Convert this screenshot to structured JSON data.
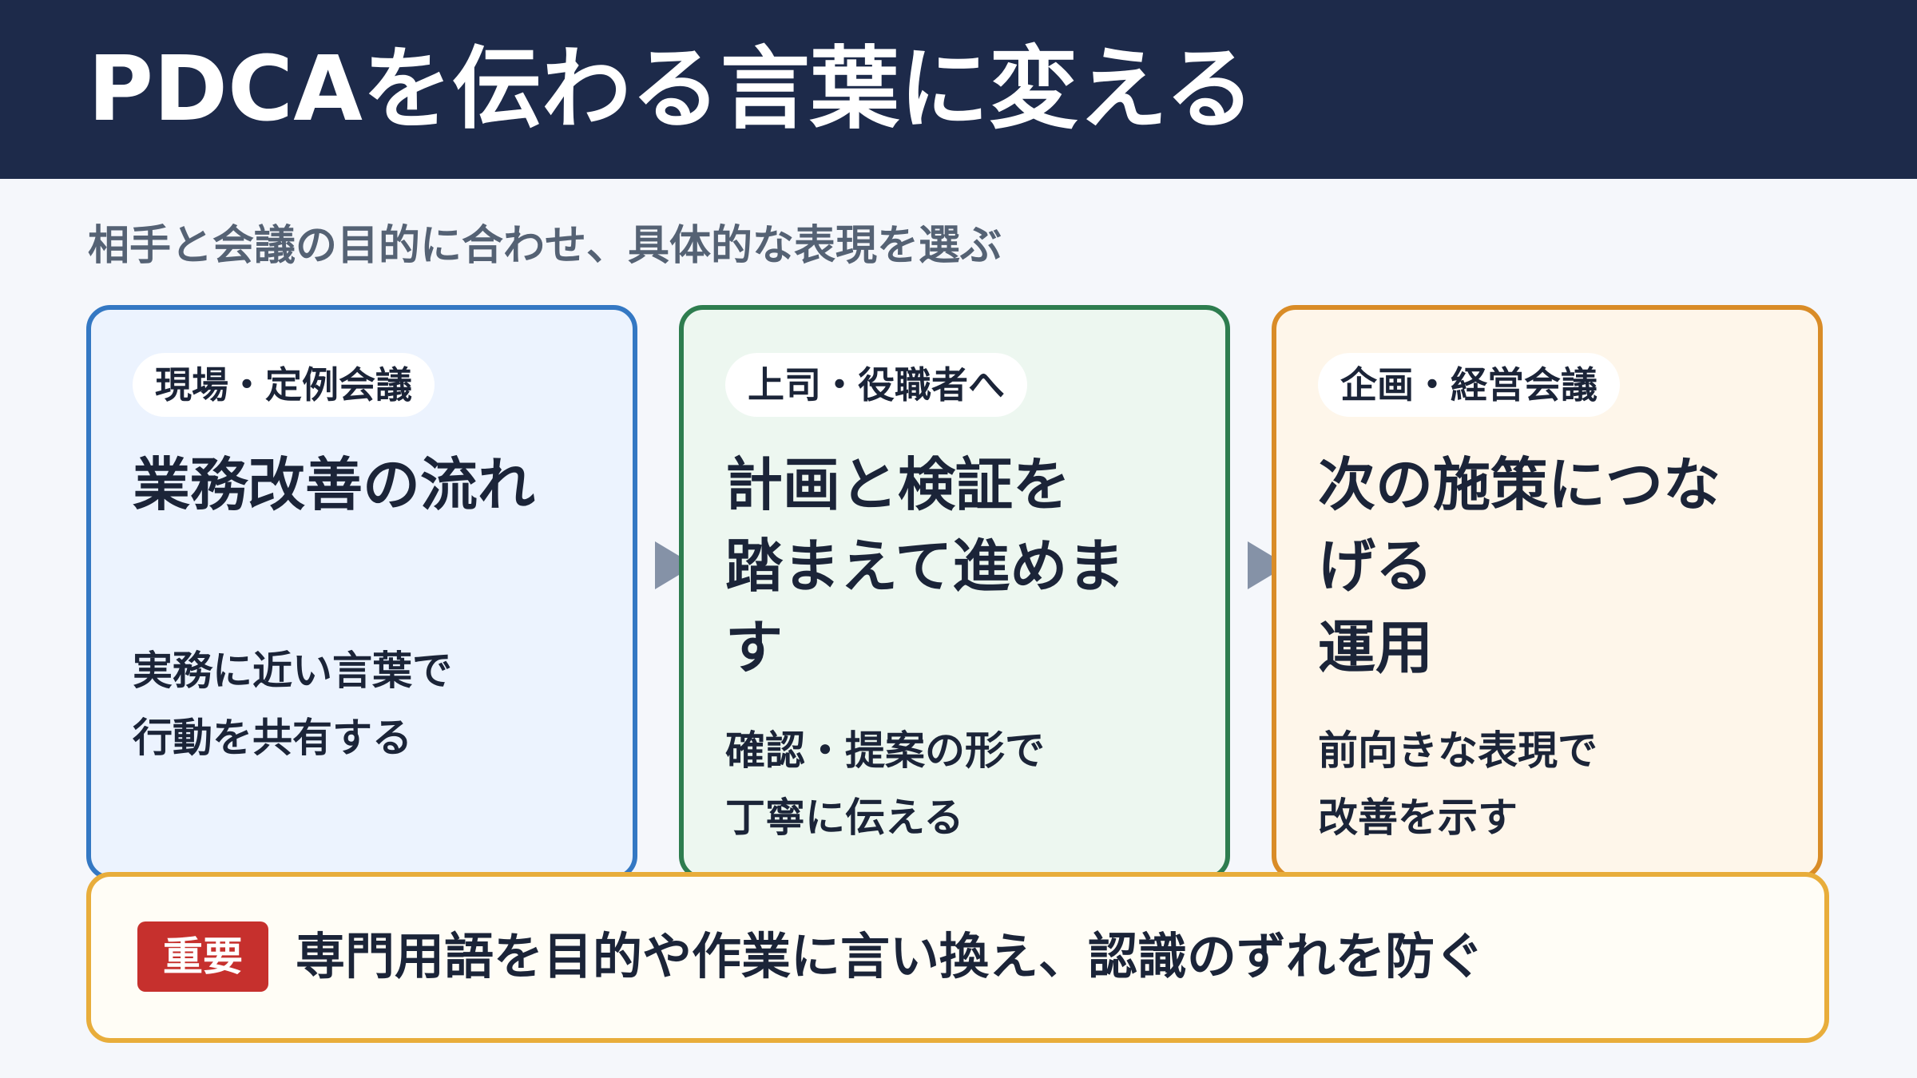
{
  "header": {
    "title": "PDCAを伝わる言葉に変える"
  },
  "subtitle": "相手と会議の目的に合わせ、具体的な表現を選ぶ",
  "cards": [
    {
      "tag": "現場・定例会議",
      "heading": "業務改善の流れ",
      "body": "実務に近い言葉で\n行動を共有する",
      "border_color": "#3478c3",
      "bg_color": "#ecf3fe"
    },
    {
      "tag": "上司・役職者へ",
      "heading": "計画と検証を\n踏まえて進めま\nす",
      "body": "確認・提案の形で\n丁寧に伝える",
      "border_color": "#2e7d4f",
      "bg_color": "#edf7f0"
    },
    {
      "tag": "企画・経営会議",
      "heading": "次の施策につな\nげる\n運用",
      "body": "前向きな表現で\n改善を示す",
      "border_color": "#d98c27",
      "bg_color": "#fef6ea"
    }
  ],
  "note": {
    "badge": "重要",
    "text": "専門用語を目的や作業に言い換え、認識のずれを防ぐ",
    "badge_color": "#c6302d",
    "border_color": "#e8ad3b"
  },
  "colors": {
    "header_bg": "#1d2a4a",
    "page_bg": "#f5f7fb",
    "arrow": "#8592a7"
  }
}
